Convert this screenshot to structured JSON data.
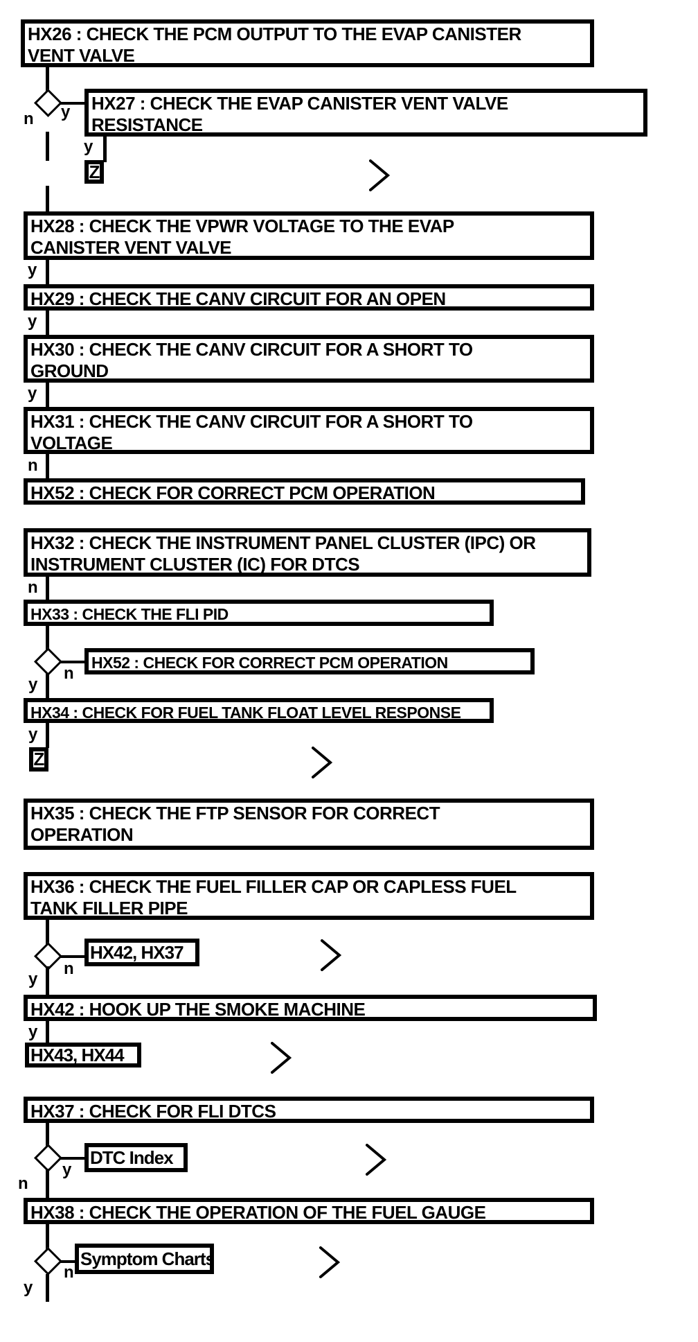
{
  "diagram": {
    "type": "diagnostic-flowchart",
    "colors": {
      "line": "#000000",
      "background": "#ffffff"
    },
    "decision_labels": {
      "yes": "y",
      "no": "n"
    },
    "steps": {
      "hx26": "HX26 : CHECK THE PCM OUTPUT TO THE EVAP CANISTER\nVENT VALVE",
      "hx27": "HX27 : CHECK THE EVAP CANISTER VENT VALVE\nRESISTANCE",
      "hx28": "HX28 : CHECK THE VPWR VOLTAGE TO THE EVAP\nCANISTER VENT VALVE",
      "hx29": "HX29 : CHECK THE CANV CIRCUIT FOR AN OPEN",
      "hx30": "HX30 : CHECK THE CANV CIRCUIT FOR A SHORT TO\nGROUND",
      "hx31": "HX31 : CHECK THE CANV CIRCUIT FOR A SHORT TO\nVOLTAGE",
      "hx52a": "HX52 : CHECK FOR CORRECT PCM OPERATION",
      "hx32": "HX32 : CHECK THE INSTRUMENT PANEL CLUSTER (IPC) OR\nINSTRUMENT CLUSTER (IC) FOR DTCS",
      "hx33": "HX33 : CHECK THE FLI PID",
      "hx52b": "HX52 : CHECK FOR CORRECT PCM OPERATION",
      "hx34": "HX34 : CHECK FOR FUEL TANK FLOAT LEVEL RESPONSE",
      "hx35": "HX35 : CHECK THE FTP SENSOR FOR CORRECT\nOPERATION",
      "hx36": "HX36 : CHECK THE FUEL FILLER CAP OR CAPLESS FUEL\nTANK FILLER PIPE",
      "hx42": "HX42 : HOOK UP THE SMOKE MACHINE",
      "hx37": "HX37 : CHECK FOR FLI DTCS",
      "hx38": "HX38 : CHECK THE OPERATION OF THE FUEL GAUGE"
    },
    "references": {
      "z_top": "Z",
      "z_mid": "Z",
      "hx42_hx37": "HX42, HX37",
      "hx43_hx44": "HX43, HX44",
      "dtc_index": "DTC Index",
      "symptom_charts": "Symptom Charts"
    }
  }
}
